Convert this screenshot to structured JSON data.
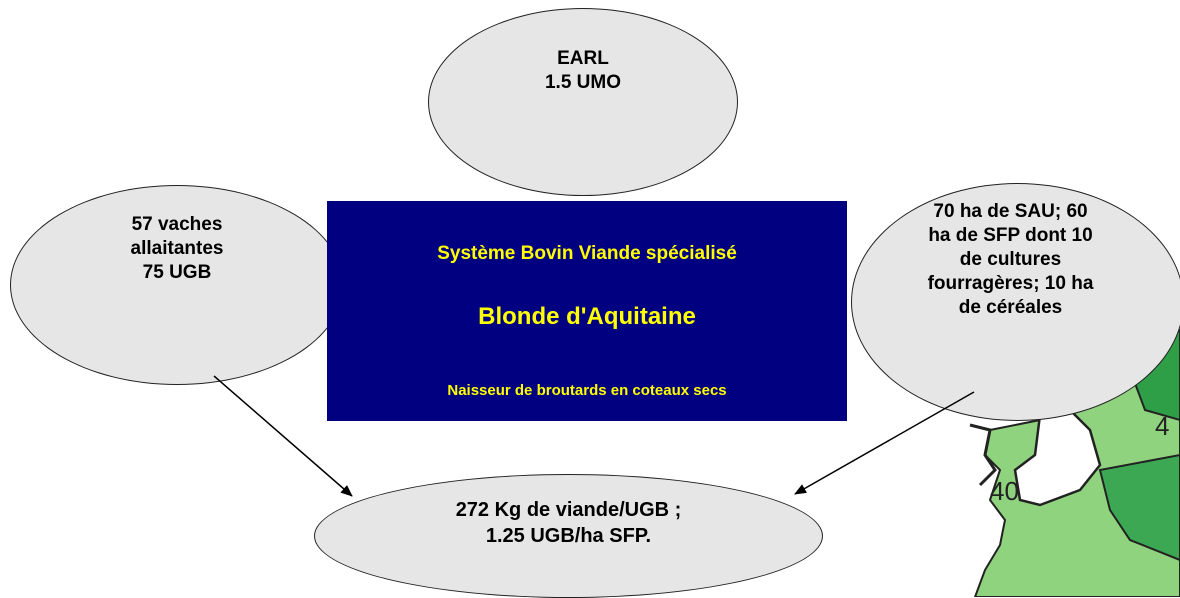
{
  "nodes": {
    "earl": {
      "text": "EARL\n1.5 UMO"
    },
    "vaches": {
      "text": "57 vaches\nallaitantes\n75 UGB"
    },
    "surfaces": {
      "text": "70 ha de SAU;  60\nha de SFP dont 10\nde cultures\nfourragères; 10 ha\nde céréales"
    },
    "result": {
      "text": "272 Kg de viande/UGB ;\n1.25 UGB/ha SFP."
    }
  },
  "center_box": {
    "title": "Système Bovin Viande spécialisé",
    "breed": "Blonde d'Aquitaine",
    "subtitle": "Naisseur de broutards en coteaux secs"
  },
  "map": {
    "labels": [
      "40",
      "4"
    ],
    "colors": {
      "light_green": "#8fd37e",
      "dark_green": "#2e9e47",
      "white_zone": "#ffffff",
      "border": "#222222"
    }
  },
  "colors": {
    "ellipse_fill": "#e6e6e6",
    "box_fill": "#000080",
    "box_text": "#ffff00"
  }
}
